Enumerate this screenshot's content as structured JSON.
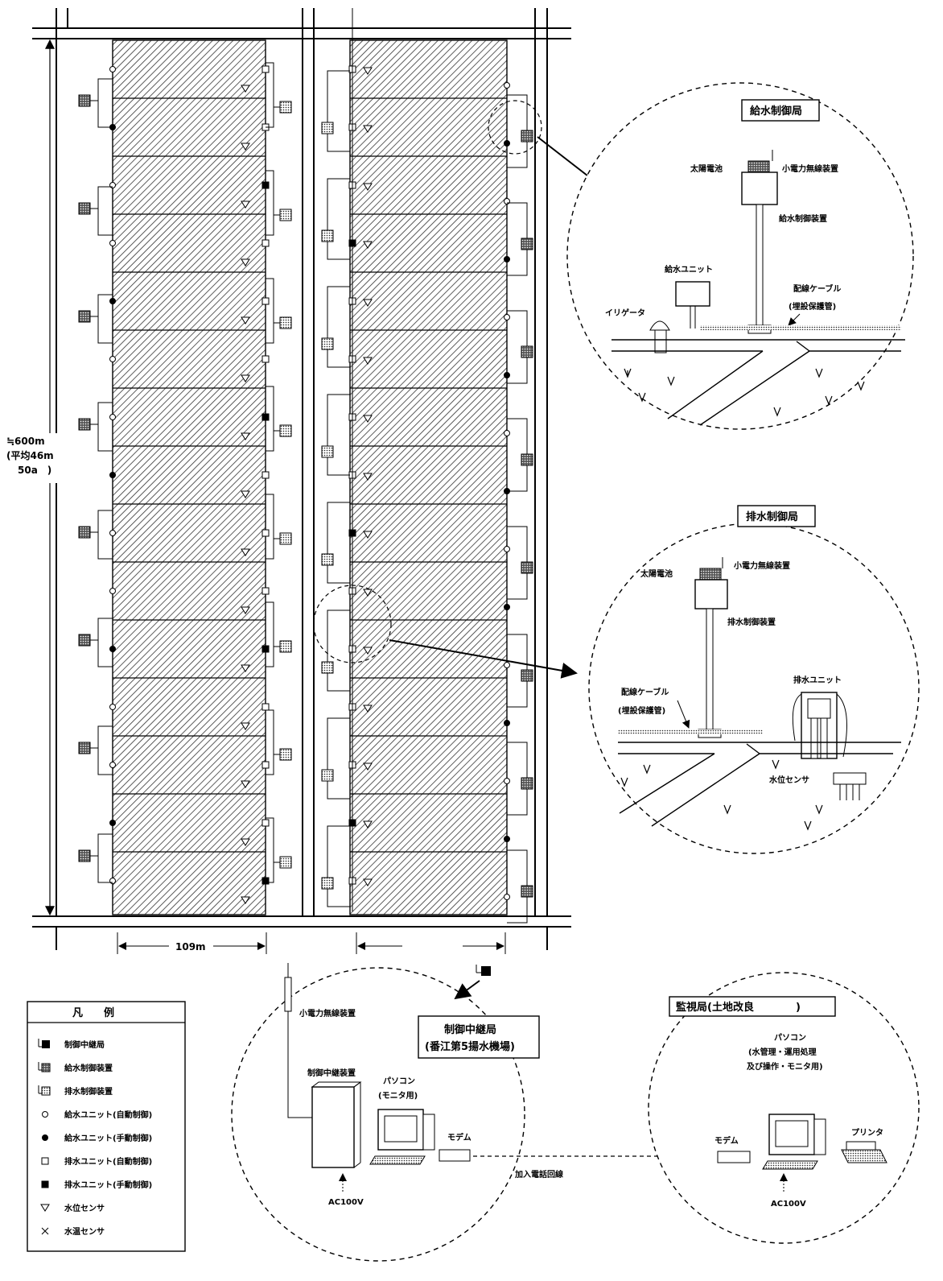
{
  "dimensions": {
    "total_length": "≒600m",
    "average": "(平均46m",
    "area": "50a　)",
    "width": "109m"
  },
  "supply_station": {
    "title": "給水制御局",
    "solar": "太陽電池",
    "radio": "小電力無線装置",
    "controller": "給水制御装置",
    "unit": "給水ユニット",
    "irrigator": "イリゲータ",
    "cable": "配線ケーブル",
    "conduit": "(埋設保護管)"
  },
  "drain_station": {
    "title": "排水制御局",
    "solar": "太陽電池",
    "radio": "小電力無線装置",
    "controller": "排水制御装置",
    "cable": "配線ケーブル",
    "conduit": "(埋設保護管)",
    "unit": "排水ユニット",
    "level_sensor": "水位センサ"
  },
  "relay_station": {
    "title_line1": "制御中継局",
    "title_line2": "(番江第5揚水機場)",
    "radio": "小電力無線装置",
    "relay_device": "制御中継装置",
    "pc": "パソコン",
    "pc_note": "(モニタ用)",
    "modem": "モデム",
    "power": "AC100V"
  },
  "phone_line": "加入電話回線",
  "monitor_station": {
    "title": "監視局(土地改良　　　　)",
    "pc": "パソコン",
    "pc_note1": "(水管理・運用処理",
    "pc_note2": "及び操作・モニタ用)",
    "modem": "モデム",
    "printer": "プリンタ",
    "power": "AC100V"
  },
  "legend": {
    "title": "凡　　例",
    "items": [
      {
        "symbol": "relay",
        "label": "制御中継局"
      },
      {
        "symbol": "supply-ctrl",
        "label": "給水制御装置"
      },
      {
        "symbol": "drain-ctrl",
        "label": "排水制御装置"
      },
      {
        "symbol": "open-circle",
        "label": "給水ユニット(自動制御)"
      },
      {
        "symbol": "filled-circle",
        "label": "給水ユニット(手動制御)"
      },
      {
        "symbol": "open-square",
        "label": "排水ユニット(自動制御)"
      },
      {
        "symbol": "filled-square",
        "label": "排水ユニット(手動制御)"
      },
      {
        "symbol": "triangle",
        "label": "水位センサ"
      },
      {
        "symbol": "cross",
        "label": "水温センサ"
      }
    ]
  }
}
